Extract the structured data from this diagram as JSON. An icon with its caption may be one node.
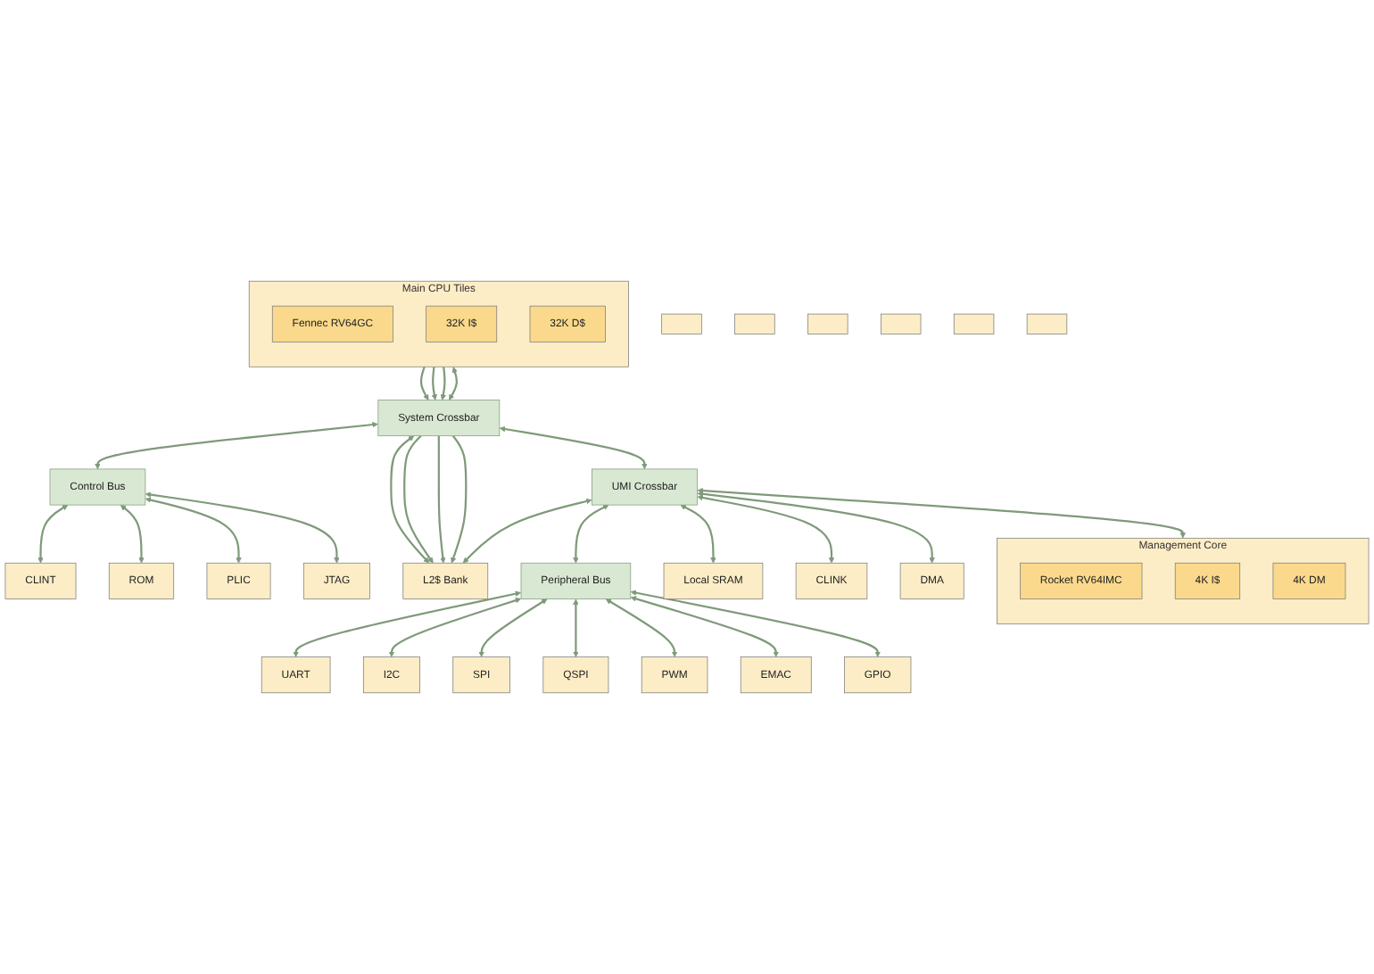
{
  "diagram": {
    "nodes": [
      {
        "text": [],
        "shape": "box"
      },
      {
        "text": [],
        "shape": "box"
      },
      {
        "text": [],
        "shape": "box"
      },
      {
        "text": [
          "Main CPU Tiles"
        ]
      },
      {
        "text": [
          "Fennec RV64GC"
        ],
        "in": 3
      },
      {
        "text": [
          "32K I$"
        ],
        "in": 3
      },
      {
        "text": [
          "32K D$"
        ],
        "in": 3
      },
      {
        "text": [
          "CLINT"
        ]
      },
      {
        "text": [
          "ROM"
        ]
      },
      {
        "text": [
          "PLIC"
        ]
      },
      {
        "text": [
          "JTAG"
        ]
      },
      {
        "text": [
          "Control Bus"
        ]
      },
      {
        "text": [
          "System Crossbar"
        ]
      },
      {
        "text": [],
        "shape": "box"
      },
      {
        "text": [],
        "shape": "box"
      },
      {
        "text": [],
        "shape": "box"
      },
      {
        "text": [
          "L2$ Bank"
        ]
      },
      {
        "text": [
          "UMI Crossbar"
        ]
      },
      {
        "text": [
          "Peripheral Bus"
        ]
      },
      {
        "text": [
          "UART"
        ]
      },
      {
        "text": [
          "I2C"
        ]
      },
      {
        "text": [
          "SPI"
        ]
      },
      {
        "text": [
          "QSPI"
        ]
      },
      {
        "text": [
          "PWM"
        ]
      },
      {
        "text": [
          "EMAC"
        ]
      },
      {
        "text": [
          "GPIO"
        ]
      },
      {
        "text": [
          "Management Core"
        ]
      },
      {
        "text": [
          "Rocket RV64IMC"
        ],
        "in": 26
      },
      {
        "text": [
          "4K I$"
        ],
        "in": 26
      },
      {
        "text": [
          "4K DM"
        ],
        "in": 26
      },
      {
        "text": [
          "Local SRAM"
        ]
      },
      {
        "text": [
          "CLINK"
        ]
      },
      {
        "text": [
          "DMA"
        ]
      }
    ],
    "edges": [
      {
        "from": 7,
        "to": 11,
        "arrow": "both"
      },
      {
        "from": 8,
        "to": 11,
        "arrow": "both"
      },
      {
        "from": 9,
        "to": 11,
        "arrow": "both"
      },
      {
        "from": 10,
        "to": 11,
        "arrow": "both"
      },
      {
        "from": 12,
        "to": 11,
        "arrow": "both"
      },
      {
        "from": 3,
        "to": 12,
        "arrow": "to"
      },
      {
        "from": 3,
        "to": 12,
        "arrow": "to"
      },
      {
        "from": 3,
        "to": 12,
        "arrow": "to"
      },
      {
        "from": 3,
        "to": 12,
        "arrow": "both"
      },
      {
        "from": 12,
        "to": 16,
        "arrow": "both"
      },
      {
        "from": 12,
        "to": 16,
        "arrow": "to"
      },
      {
        "from": 12,
        "to": 16,
        "arrow": "to"
      },
      {
        "from": 12,
        "to": 16,
        "arrow": "to"
      },
      {
        "from": 12,
        "to": 17,
        "arrow": "both"
      },
      {
        "from": 16,
        "to": 17,
        "arrow": "both"
      },
      {
        "from": 17,
        "to": 18,
        "arrow": "both"
      },
      {
        "from": 18,
        "to": 19,
        "arrow": "both"
      },
      {
        "from": 18,
        "to": 20,
        "arrow": "both"
      },
      {
        "from": 18,
        "to": 21,
        "arrow": "both"
      },
      {
        "from": 18,
        "to": 22,
        "arrow": "both"
      },
      {
        "from": 18,
        "to": 23,
        "arrow": "both"
      },
      {
        "from": 18,
        "to": 24,
        "arrow": "both"
      },
      {
        "from": 18,
        "to": 25,
        "arrow": "both"
      },
      {
        "from": 17,
        "to": 26,
        "arrow": "both"
      },
      {
        "from": 17,
        "to": 30,
        "arrow": "both"
      },
      {
        "from": 17,
        "to": 31,
        "arrow": "both"
      },
      {
        "from": 17,
        "to": 32,
        "arrow": "both"
      }
    ]
  }
}
